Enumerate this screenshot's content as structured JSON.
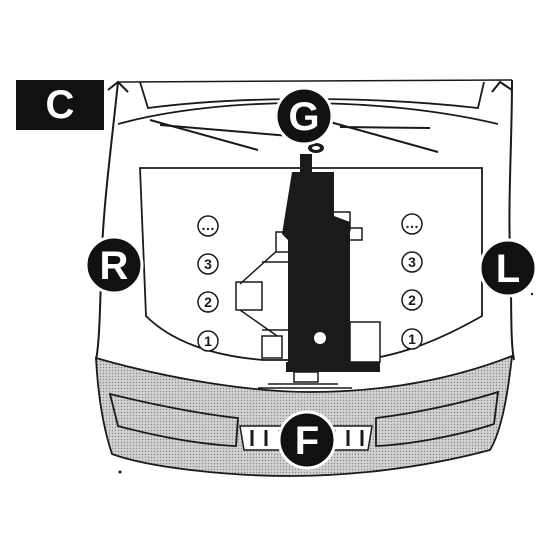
{
  "section_label": "C",
  "markers": {
    "top": "G",
    "left": "R",
    "right": "L",
    "bottom": "F"
  },
  "left_positions": [
    "…",
    "3",
    "2",
    "1"
  ],
  "right_positions": [
    "…",
    "3",
    "2",
    "1"
  ],
  "colors": {
    "ink": "#111111",
    "line": "#1a1a1a",
    "bumper_fill": "#c8c8c8",
    "paper": "#ffffff"
  }
}
